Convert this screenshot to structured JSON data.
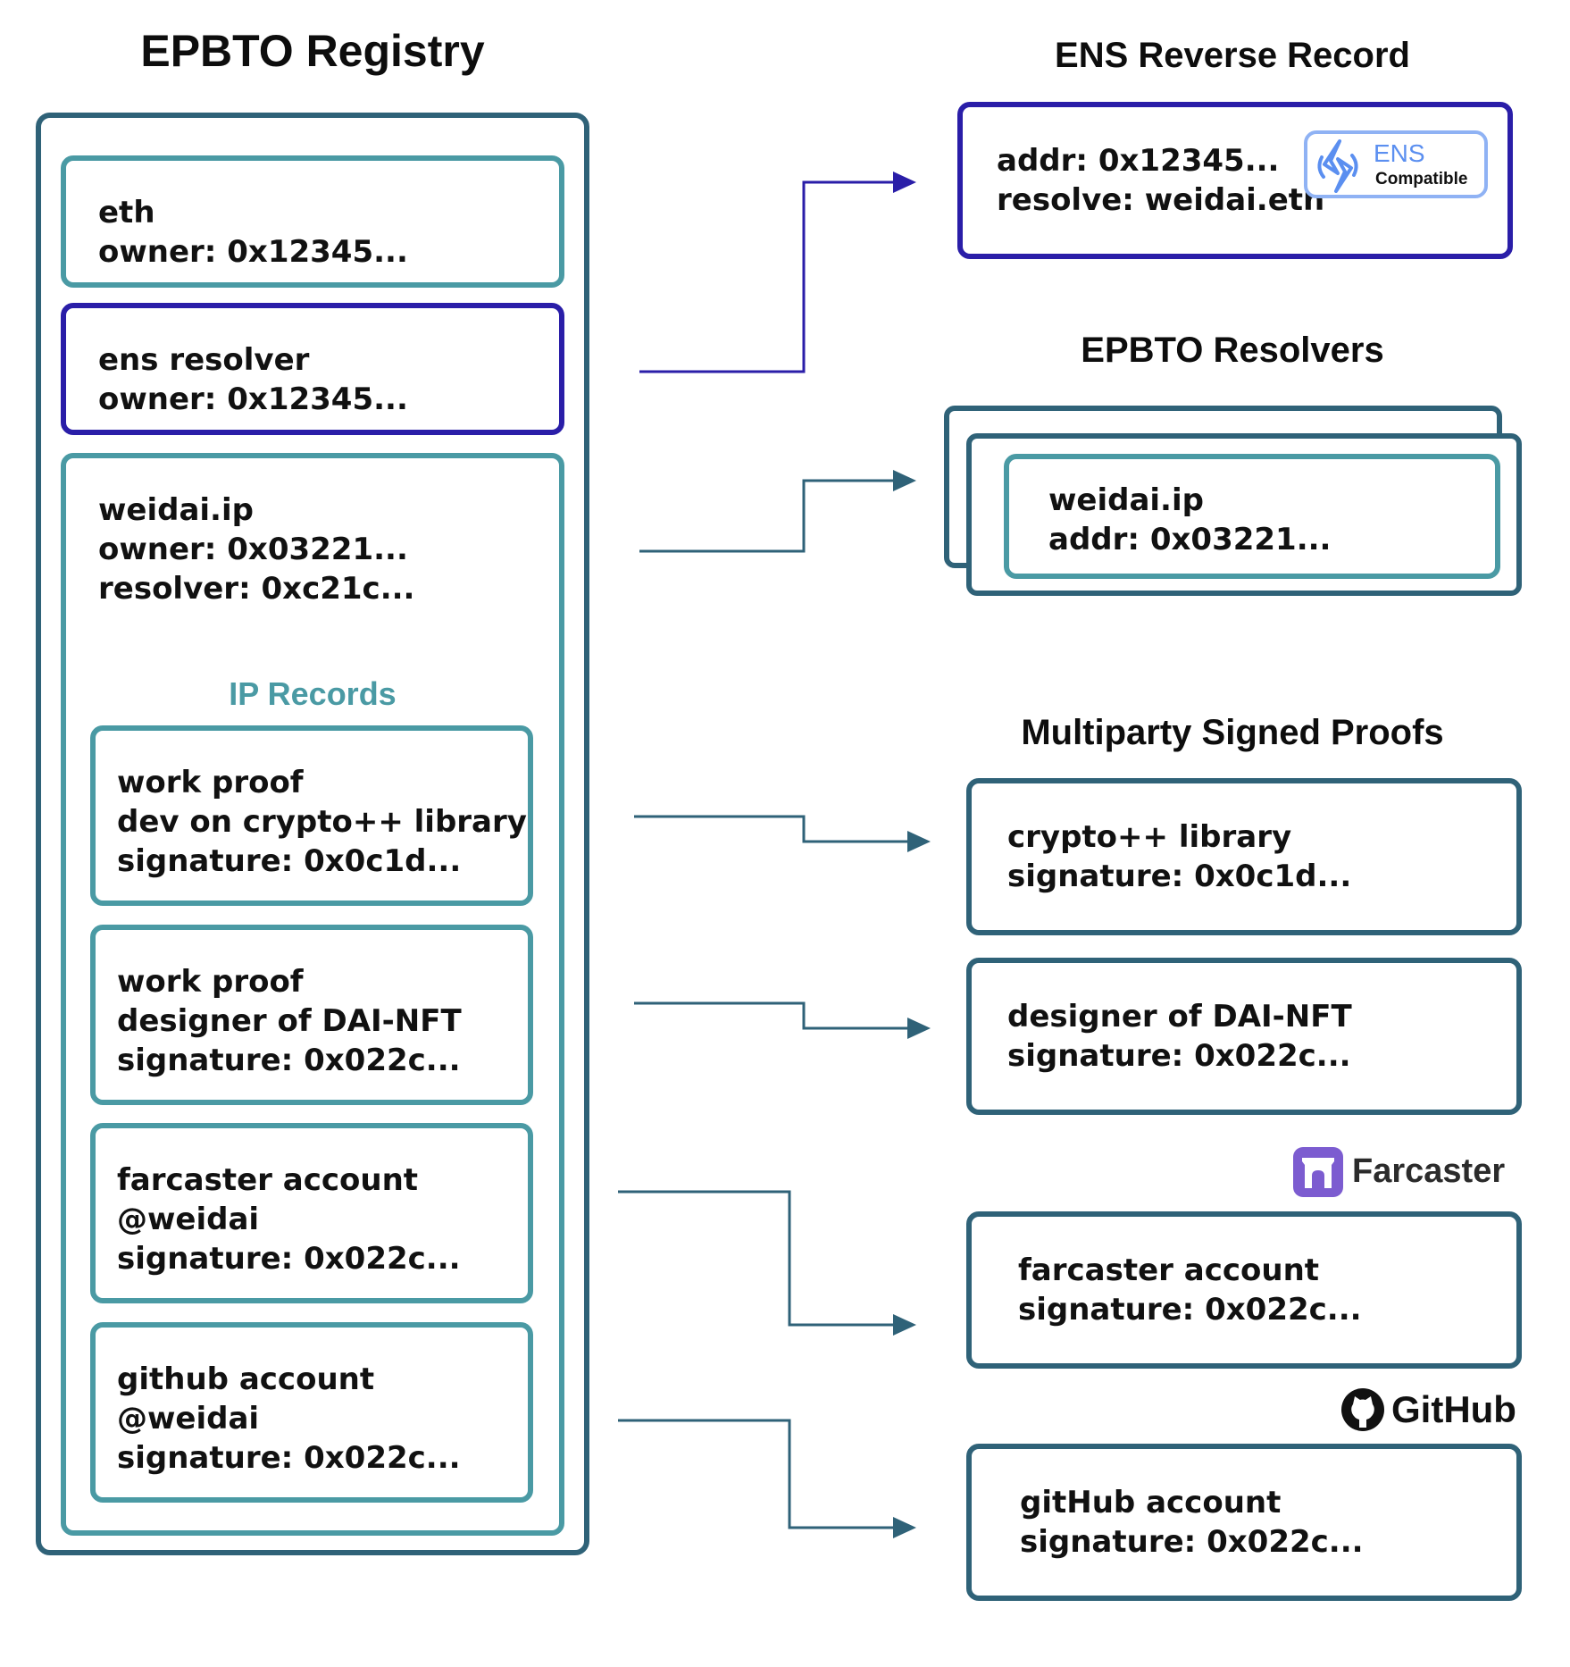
{
  "registry": {
    "title": "EPBTO Registry",
    "entries": [
      {
        "lines": [
          "eth",
          "owner: 0x12345..."
        ]
      },
      {
        "lines": [
          "ens resolver",
          "owner: 0x12345..."
        ]
      },
      {
        "lines": [
          "weidai.ip",
          "owner: 0x03221...",
          "resolver: 0xc21c..."
        ]
      }
    ],
    "ip_records_title": "IP Records",
    "ip_records": [
      {
        "lines": [
          "work proof",
          "dev on crypto++ library",
          "signature: 0x0c1d..."
        ]
      },
      {
        "lines": [
          "work proof",
          "designer of DAI-NFT",
          "signature: 0x022c..."
        ]
      },
      {
        "lines": [
          "farcaster account",
          "@weidai",
          "signature: 0x022c..."
        ]
      },
      {
        "lines": [
          "github account",
          "@weidai",
          "signature: 0x022c..."
        ]
      }
    ]
  },
  "ens_reverse": {
    "title": "ENS Reverse Record",
    "lines": [
      "addr: 0x12345...",
      "resolve: weidai.eth"
    ],
    "badge": {
      "icon": "ens-logo-icon",
      "name": "ENS",
      "sub": "Compatible"
    }
  },
  "resolvers": {
    "title": "EPBTO Resolvers",
    "lines": [
      "weidai.ip",
      "addr: 0x03221..."
    ]
  },
  "proofs": {
    "title": "Multiparty Signed Proofs",
    "items": [
      {
        "lines": [
          "crypto++ library",
          "signature: 0x0c1d..."
        ]
      },
      {
        "lines": [
          "designer of DAI-NFT",
          "signature: 0x022c..."
        ]
      },
      {
        "lines": [
          "farcaster account",
          "signature: 0x022c..."
        ],
        "brand": "Farcaster",
        "brand_icon": "farcaster-logo-icon"
      },
      {
        "lines": [
          "gitHub account",
          "signature: 0x022c..."
        ],
        "brand": "GitHub",
        "brand_icon": "github-logo-icon"
      }
    ]
  },
  "colors": {
    "teal": "#4a9aa4",
    "navy": "#2a1ea8",
    "slate": "#2f6278",
    "ens_blue": "#5b8ff0",
    "farcaster_purple": "#7c5cd0"
  }
}
